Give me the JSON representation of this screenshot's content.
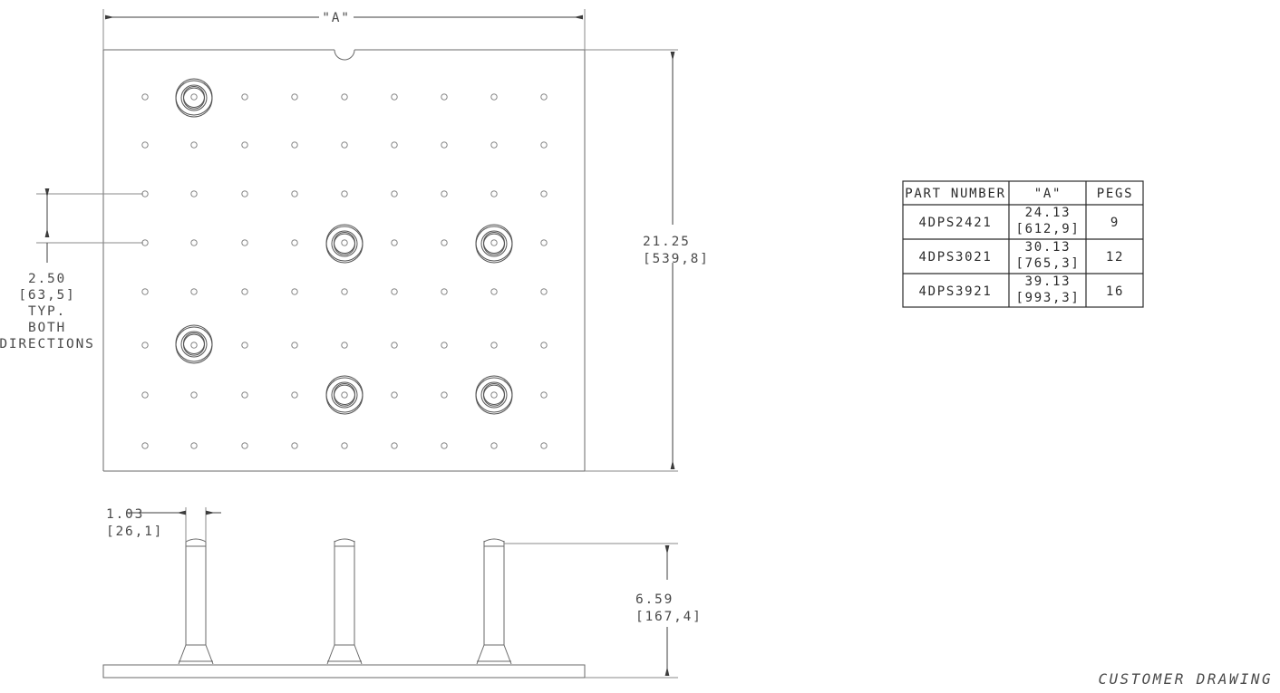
{
  "drawing": {
    "footer_label": "CUSTOMER DRAWING",
    "overall_width_label": "\"A\"",
    "line_color": "#4a4a4a",
    "background": "#ffffff"
  },
  "dimensions": {
    "height": {
      "value_in": "21.25",
      "value_mm": "[539,8]"
    },
    "pitch": {
      "value_in": "2.50",
      "value_mm": "[63,5]",
      "note_1": "TYP.",
      "note_2": "BOTH",
      "note_3": "DIRECTIONS"
    },
    "peg_diameter": {
      "value_in": "1.03",
      "value_mm": "[26,1]"
    },
    "peg_height": {
      "value_in": "6.59",
      "value_mm": "[167,4]"
    }
  },
  "table": {
    "headers": [
      "PART NUMBER",
      "\"A\"",
      "PEGS"
    ],
    "rows": [
      {
        "part_number": "4DPS2421",
        "a_in": "24.13",
        "a_mm": "[612,9]",
        "pegs": "9"
      },
      {
        "part_number": "4DPS3021",
        "a_in": "30.13",
        "a_mm": "[765,3]",
        "pegs": "12"
      },
      {
        "part_number": "4DPS3921",
        "a_in": "39.13",
        "a_mm": "[993,3]",
        "pegs": "16"
      }
    ]
  },
  "plan_view": {
    "grid_columns": 9,
    "grid_rows": 8,
    "peg_positions": [
      {
        "col": 1,
        "row": 0
      },
      {
        "col": 4,
        "row": 3
      },
      {
        "col": 7,
        "row": 3
      },
      {
        "col": 1,
        "row": 5
      },
      {
        "col": 4,
        "row": 6
      },
      {
        "col": 7,
        "row": 6
      }
    ],
    "notch": "top-center-semicircle"
  },
  "side_view": {
    "peg_count": 3
  }
}
